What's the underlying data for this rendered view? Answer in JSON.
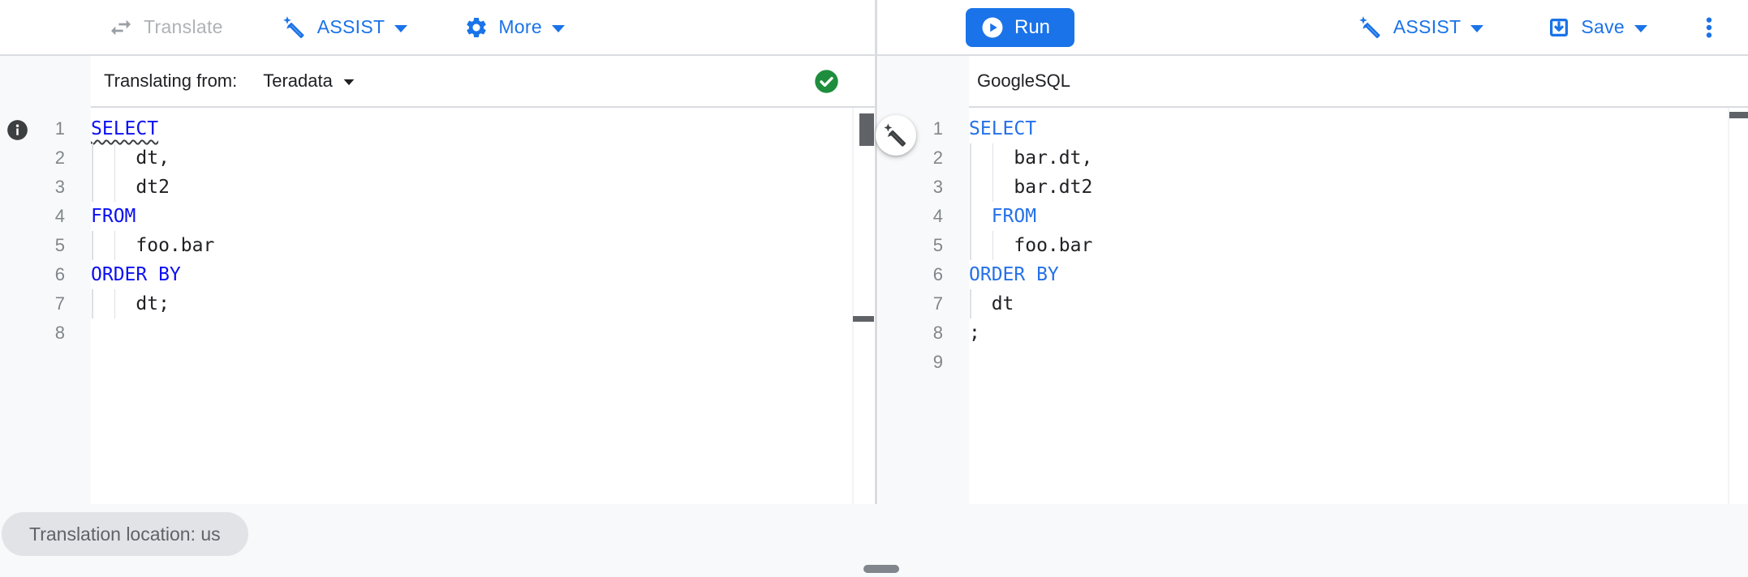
{
  "source_panel": {
    "toolbar": {
      "translate": "Translate",
      "assist": "ASSIST",
      "more": "More"
    },
    "header": {
      "label": "Translating from:",
      "dialect": "Teradata",
      "status": "success"
    },
    "editor": {
      "language": "Teradata SQL",
      "lines": [
        {
          "num": "1",
          "segments": [
            {
              "text": "SELECT",
              "style": "keyword-underline"
            }
          ],
          "guides": []
        },
        {
          "num": "2",
          "segments": [
            {
              "text": "    dt,",
              "style": "plain"
            }
          ],
          "guides": [
            0,
            2
          ]
        },
        {
          "num": "3",
          "segments": [
            {
              "text": "    dt2",
              "style": "plain"
            }
          ],
          "guides": [
            0,
            2
          ]
        },
        {
          "num": "4",
          "segments": [
            {
              "text": "FROM",
              "style": "keyword"
            }
          ],
          "guides": []
        },
        {
          "num": "5",
          "segments": [
            {
              "text": "    foo.bar",
              "style": "plain"
            }
          ],
          "guides": [
            0,
            2
          ]
        },
        {
          "num": "6",
          "segments": [
            {
              "text": "ORDER BY",
              "style": "keyword"
            }
          ],
          "guides": []
        },
        {
          "num": "7",
          "segments": [
            {
              "text": "    dt;",
              "style": "plain"
            }
          ],
          "guides": [
            0,
            2
          ]
        },
        {
          "num": "8",
          "segments": [],
          "guides": []
        }
      ]
    }
  },
  "target_panel": {
    "toolbar": {
      "run": "Run",
      "assist": "ASSIST",
      "save": "Save"
    },
    "header": {
      "title": "GoogleSQL"
    },
    "editor": {
      "language": "GoogleSQL",
      "lines": [
        {
          "num": "1",
          "segments": [
            {
              "text": "SELECT",
              "style": "keyword"
            }
          ],
          "guides": []
        },
        {
          "num": "2",
          "segments": [
            {
              "text": "    bar.dt,",
              "style": "plain"
            }
          ],
          "guides": [
            0,
            2
          ]
        },
        {
          "num": "3",
          "segments": [
            {
              "text": "    bar.dt2",
              "style": "plain"
            }
          ],
          "guides": [
            0,
            2
          ]
        },
        {
          "num": "4",
          "segments": [
            {
              "text": "  ",
              "style": "plain"
            },
            {
              "text": "FROM",
              "style": "keyword"
            }
          ],
          "guides": [
            0
          ]
        },
        {
          "num": "5",
          "segments": [
            {
              "text": "    foo.bar",
              "style": "plain"
            }
          ],
          "guides": [
            0,
            2
          ]
        },
        {
          "num": "6",
          "segments": [
            {
              "text": "ORDER BY",
              "style": "keyword"
            }
          ],
          "guides": []
        },
        {
          "num": "7",
          "segments": [
            {
              "text": "  dt",
              "style": "plain"
            }
          ],
          "guides": [
            0
          ]
        },
        {
          "num": "8",
          "segments": [
            {
              "text": ";",
              "style": "plain"
            }
          ],
          "guides": []
        },
        {
          "num": "9",
          "segments": [],
          "guides": []
        }
      ]
    }
  },
  "footer": {
    "location_chip": "Translation location: us"
  },
  "icons": {
    "translate": "swap-horiz-icon",
    "assist": "magic-pen-icon",
    "more": "gear-icon",
    "run": "play-circle-icon",
    "save": "save-icon",
    "overflow": "more-vert-icon",
    "source_gutter": "info-icon",
    "source_status": "check-circle-icon",
    "floating_action": "magic-pen-icon"
  },
  "colors": {
    "accent_blue": "#1a73e8",
    "source_keyword_blue": "#0b10f2",
    "target_keyword_blue": "#2571e8",
    "success_green": "#1e8e3e",
    "disabled_gray": "#aeb2b7",
    "gutter_gray": "#f8f9fa",
    "divider_gray": "#dadce0",
    "chip_gray": "#e1e3e6"
  }
}
